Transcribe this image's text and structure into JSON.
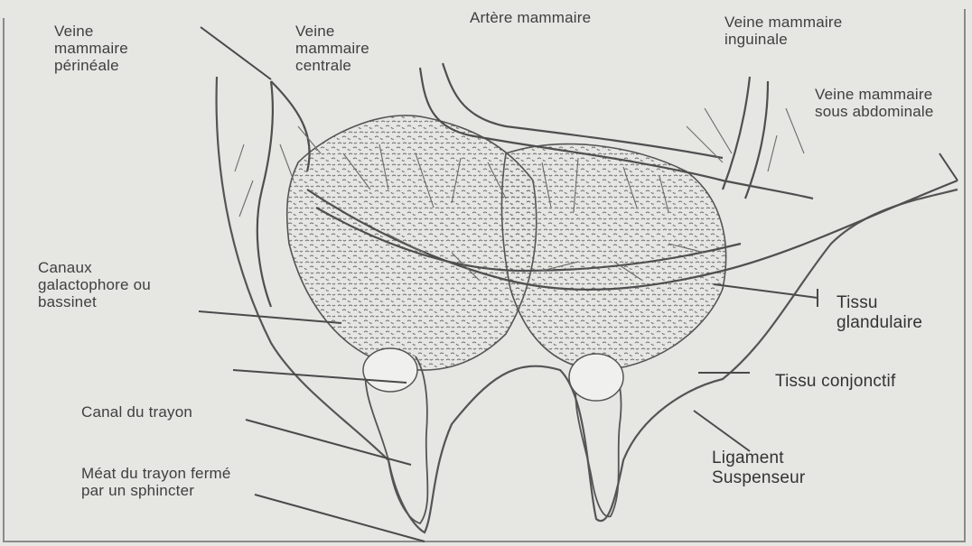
{
  "labels": {
    "veine_perineale": [
      "Veine",
      "mammaire",
      "périnéale"
    ],
    "veine_centrale": [
      "Veine",
      "mammaire",
      "centrale"
    ],
    "artere": [
      "Artère mammaire"
    ],
    "veine_inguinale": [
      "Veine mammaire",
      "inguinale"
    ],
    "veine_sous_abdominale": [
      "Veine mammaire",
      "sous abdominale"
    ],
    "canaux": [
      "Canaux",
      "galactophore ou",
      "bassinet"
    ],
    "tissu_glandulaire": [
      "Tissu",
      "glandulaire"
    ],
    "tissu_conjonctif": [
      "Tissu conjonctif"
    ],
    "canal_trayon": [
      "Canal du trayon"
    ],
    "meat": [
      "Méat du trayon fermé",
      "par un sphincter"
    ],
    "ligament": [
      "Ligament",
      "Suspenseur"
    ]
  },
  "colors": {
    "paper": "#e6e6e3",
    "ink": "#4a4a4a"
  }
}
